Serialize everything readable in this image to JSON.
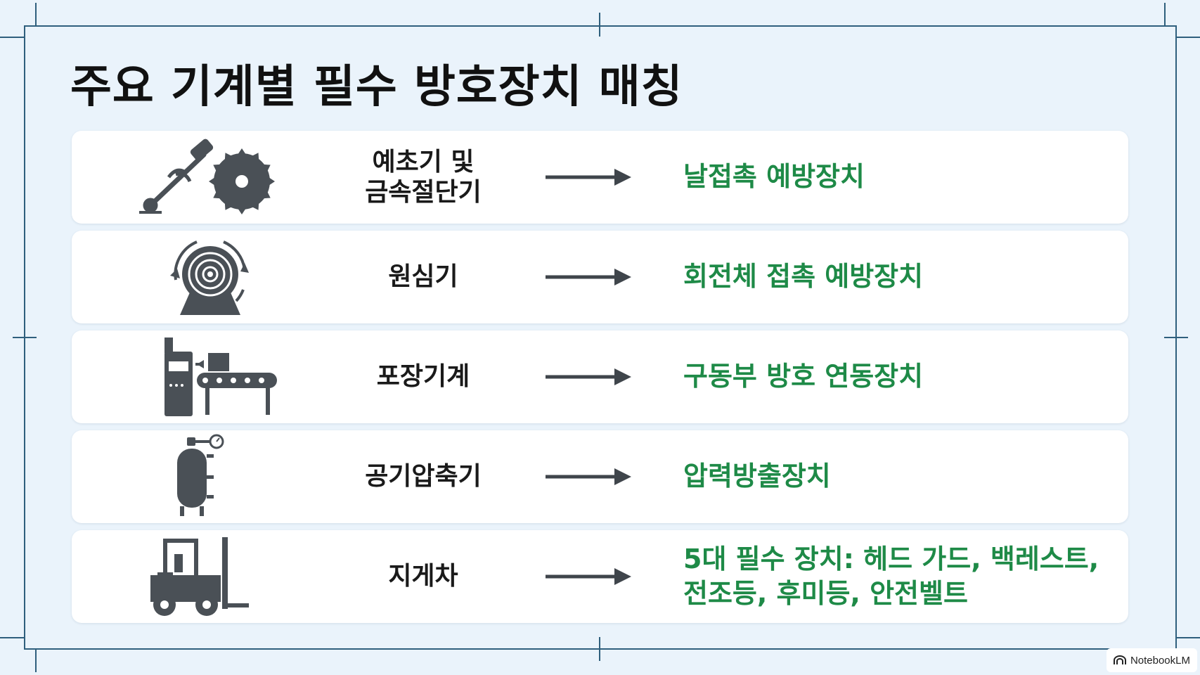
{
  "page": {
    "title": "주요 기계별 필수 방호장치 매칭"
  },
  "rows": [
    {
      "icon": "brush-cutter-saw-icon",
      "machine": "예초기 및\n금속절단기",
      "device": "날접촉 예방장치"
    },
    {
      "icon": "centrifuge-icon",
      "machine": "원심기",
      "device": "회전체 접촉 예방장치"
    },
    {
      "icon": "packaging-machine-icon",
      "machine": "포장기계",
      "device": "구동부 방호 연동장치"
    },
    {
      "icon": "air-compressor-icon",
      "machine": "공기압축기",
      "device": "압력방출장치"
    },
    {
      "icon": "forklift-icon",
      "machine": "지게차",
      "device": "5대 필수 장치: 헤드 가드, 백레스트, 전조등, 후미등, 안전벨트"
    }
  ],
  "colors": {
    "background": "#eaf3fb",
    "frame": "#2f5f7d",
    "device_text": "#1e8a47",
    "icon": "#4a5056"
  },
  "brand": {
    "label": "NotebookLM"
  }
}
